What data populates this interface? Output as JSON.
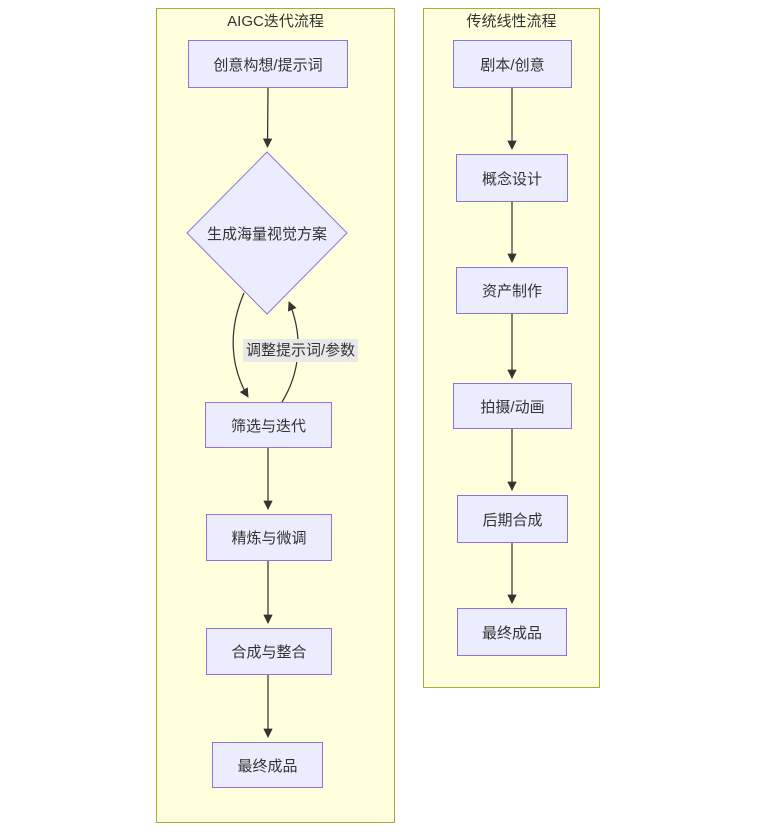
{
  "diagram_type": "flowchart",
  "flows": {
    "aigc": {
      "title": "AIGC迭代流程",
      "nodes": [
        {
          "id": "idea",
          "label": "创意构想/提示词",
          "shape": "rect"
        },
        {
          "id": "generate",
          "label": "生成海量视觉方案",
          "shape": "diamond"
        },
        {
          "id": "filter",
          "label": "筛选与迭代",
          "shape": "rect"
        },
        {
          "id": "refine",
          "label": "精炼与微调",
          "shape": "rect"
        },
        {
          "id": "compose",
          "label": "合成与整合",
          "shape": "rect"
        },
        {
          "id": "final",
          "label": "最终成品",
          "shape": "rect"
        }
      ],
      "loop_label": "调整提示词/参数",
      "edges": [
        {
          "from": "idea",
          "to": "generate"
        },
        {
          "from": "generate",
          "to": "filter"
        },
        {
          "from": "filter",
          "to": "generate",
          "label": "调整提示词/参数"
        },
        {
          "from": "filter",
          "to": "refine"
        },
        {
          "from": "refine",
          "to": "compose"
        },
        {
          "from": "compose",
          "to": "final"
        }
      ]
    },
    "traditional": {
      "title": "传统线性流程",
      "nodes": [
        {
          "id": "script",
          "label": "剧本/创意",
          "shape": "rect"
        },
        {
          "id": "concept",
          "label": "概念设计",
          "shape": "rect"
        },
        {
          "id": "asset",
          "label": "资产制作",
          "shape": "rect"
        },
        {
          "id": "shoot",
          "label": "拍摄/动画",
          "shape": "rect"
        },
        {
          "id": "post",
          "label": "后期合成",
          "shape": "rect"
        },
        {
          "id": "final",
          "label": "最终成品",
          "shape": "rect"
        }
      ],
      "edges": [
        {
          "from": "script",
          "to": "concept"
        },
        {
          "from": "concept",
          "to": "asset"
        },
        {
          "from": "asset",
          "to": "shoot"
        },
        {
          "from": "shoot",
          "to": "post"
        },
        {
          "from": "post",
          "to": "final"
        }
      ]
    }
  },
  "colors": {
    "page_bg": "#ffffff",
    "subgraph_fill": "#ffffde",
    "subgraph_border": "#aaaa33",
    "node_fill": "#ececff",
    "node_border": "#9370db",
    "edge_stroke": "#333333",
    "text": "#333333",
    "edge_label_bg": "#e8e8e8"
  }
}
